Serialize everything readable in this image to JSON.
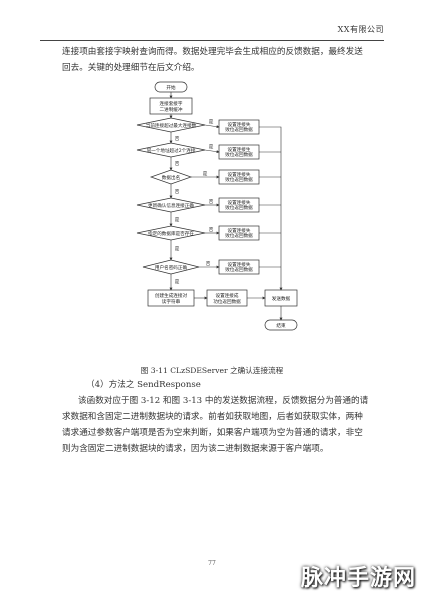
{
  "header": {
    "title": "XX有限公司"
  },
  "paragraph1": {
    "line1": "连接项由套接字映射查询而得。数据处理完毕会生成相应的反馈数据，最终发送",
    "line2": "回去。关键的处理细节在后文介绍。"
  },
  "flowchart": {
    "start": "开始",
    "init": [
      "连接套接字",
      "二进制缓冲"
    ],
    "d1": "当前连接超过最大连接数",
    "d2": "同一个地址超过2个连接",
    "d3": "数据出名",
    "d4": "更新确认信息连接正确",
    "d5": "指定的数据库是否存在",
    "d6": "用户名密码正确",
    "r1": [
      "设置连接失",
      "败位返回数据"
    ],
    "r2": [
      "设置连接生",
      "败位返回数据"
    ],
    "r3": [
      "设置连接失",
      "败位返回数据"
    ],
    "r4": [
      "设置连接失",
      "败位返回数据"
    ],
    "r5": [
      "设置连接失",
      "败位返回数据"
    ],
    "r6": [
      "设置连接失",
      "败位返回数据"
    ],
    "save": [
      "创建生成连接对",
      "读字符串"
    ],
    "setok": [
      "设置连接成",
      "功位返回数据"
    ],
    "send": "发送数据",
    "end": "结束",
    "yes": "是",
    "no": "否"
  },
  "caption": "图 3-11 CLzSDEServer 之确认连接流程",
  "method": "（4）方法之 SendResponse",
  "paragraph2": {
    "line1": "该函数对应于图 3-12 和图 3-13 中的发送数据流程，反馈数据分为普通的请",
    "line2": "求数据和含固定二进制数据块的请求。前者如获取地图，后者如获取实体，两种",
    "line3": "请求通过参数客户端项是否为空来判断，如果客户端项为空为普通的请求，非空",
    "line4": "则为含固定二进制数据块的请求，因为该二进制数据来源于客户端项。"
  },
  "page_number": "77",
  "watermark": "脉冲手游网"
}
